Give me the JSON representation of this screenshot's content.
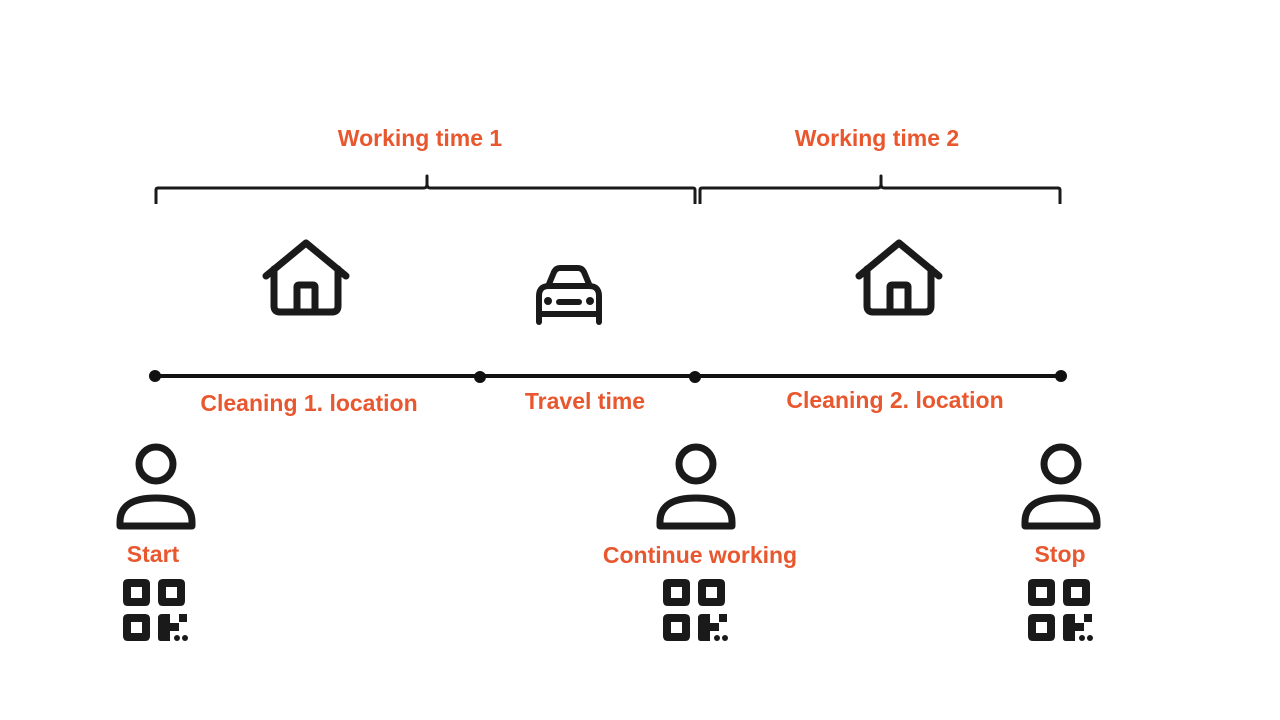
{
  "colors": {
    "accent": "#E8572E",
    "ink": "#1A1A1A"
  },
  "brackets": [
    {
      "label": "Working time 1"
    },
    {
      "label": "Working time 2"
    }
  ],
  "segments": [
    {
      "label": "Cleaning 1. location",
      "icon": "house-icon"
    },
    {
      "label": "Travel time",
      "icon": "car-icon"
    },
    {
      "label": "Cleaning 2. location",
      "icon": "house-icon"
    }
  ],
  "events": [
    {
      "label": "Start",
      "icons": [
        "person-icon",
        "qr-code-icon"
      ]
    },
    {
      "label": "Continue working",
      "icons": [
        "person-icon",
        "qr-code-icon"
      ]
    },
    {
      "label": "Stop",
      "icons": [
        "person-icon",
        "qr-code-icon"
      ]
    }
  ]
}
